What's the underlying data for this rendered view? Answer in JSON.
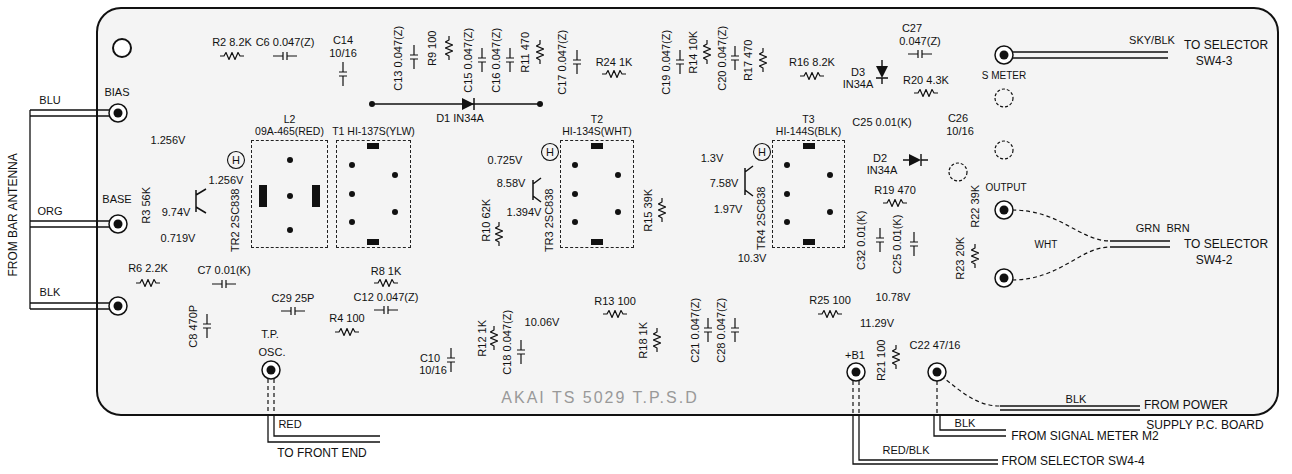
{
  "diagram": {
    "nodes": [
      {
        "text": [
          "L2",
          "09A-465(RED)"
        ]
      },
      {
        "text": [
          "T1 HI-137S(YLW)"
        ]
      },
      {
        "text": [
          "T2",
          "HI-134S(WHT)"
        ]
      },
      {
        "text": [
          "T3",
          "HI-144S(BLK)"
        ]
      }
    ],
    "labels": [
      "FROM BAR ANTENNA",
      "BLU",
      "ORG",
      "BLK",
      "BIAS",
      "BASE",
      "R2 8.2K",
      "C6 0.047(Z)",
      "C14",
      "10/16",
      "C13 0.047(Z)",
      "R9 100",
      "C15 0.047(Z)",
      "C16 0.047(Z)",
      "R11 470",
      "C17 0.047(Z)",
      "R24 1K",
      "C19 0.047(Z)",
      "R14 10K",
      "C20 0.047(Z)",
      "R17 470",
      "R16 8.2K",
      "D3",
      "IN34A",
      "C27",
      "0.047(Z)",
      "R20 4.3K",
      "S METER",
      "SKY/BLK",
      "TO SELECTOR",
      "SW4-3",
      "D1 IN34A",
      "C25 0.01(K)",
      "C26",
      "10/16",
      "D2",
      "IN34A",
      "R19 470",
      "R22 39K",
      "OUTPUT",
      "1.256V",
      "R3 56K",
      "1.256V",
      "9.74V",
      "0.719V",
      "TR2 2SC838",
      "H",
      "0.725V",
      "8.58V",
      "1.394V",
      "TR3 2SC838",
      "H",
      "R10 62K",
      "R15 39K",
      "1.3V",
      "7.58V",
      "1.97V",
      "TR4 2SC838",
      "H",
      "R6 2.2K",
      "C7 0.01(K)",
      "R8 1K",
      "C12 0.047(Z)",
      "C8 470P",
      "C29 25P",
      "R4 100",
      "C10",
      "10/16",
      "R12 1K",
      "C18 0.047(Z)",
      "10.06V",
      "R13 100",
      "R18 1K",
      "C21 0.047(Z)",
      "C28 0.047(Z)",
      "10.3V",
      "R25 100",
      "10.78V",
      "11.29V",
      "+B1",
      "R21 100",
      "C22 47/16",
      "C32 0.01(K)",
      "C25 0.01(K)",
      "R23 20K",
      "WHT",
      "GRN",
      "BRN",
      "TO SELECTOR",
      "SW4-2",
      "T.P.",
      "OSC.",
      "RED",
      "TO FRONT END",
      "AKAI TS 5029 T.P.S.D",
      "BLK",
      "FROM POWER",
      "SUPPLY P.C. BOARD",
      "BLK",
      "FROM SIGNAL METER M2",
      "RED/BLK",
      "FROM SELECTOR SW4-4"
    ]
  }
}
